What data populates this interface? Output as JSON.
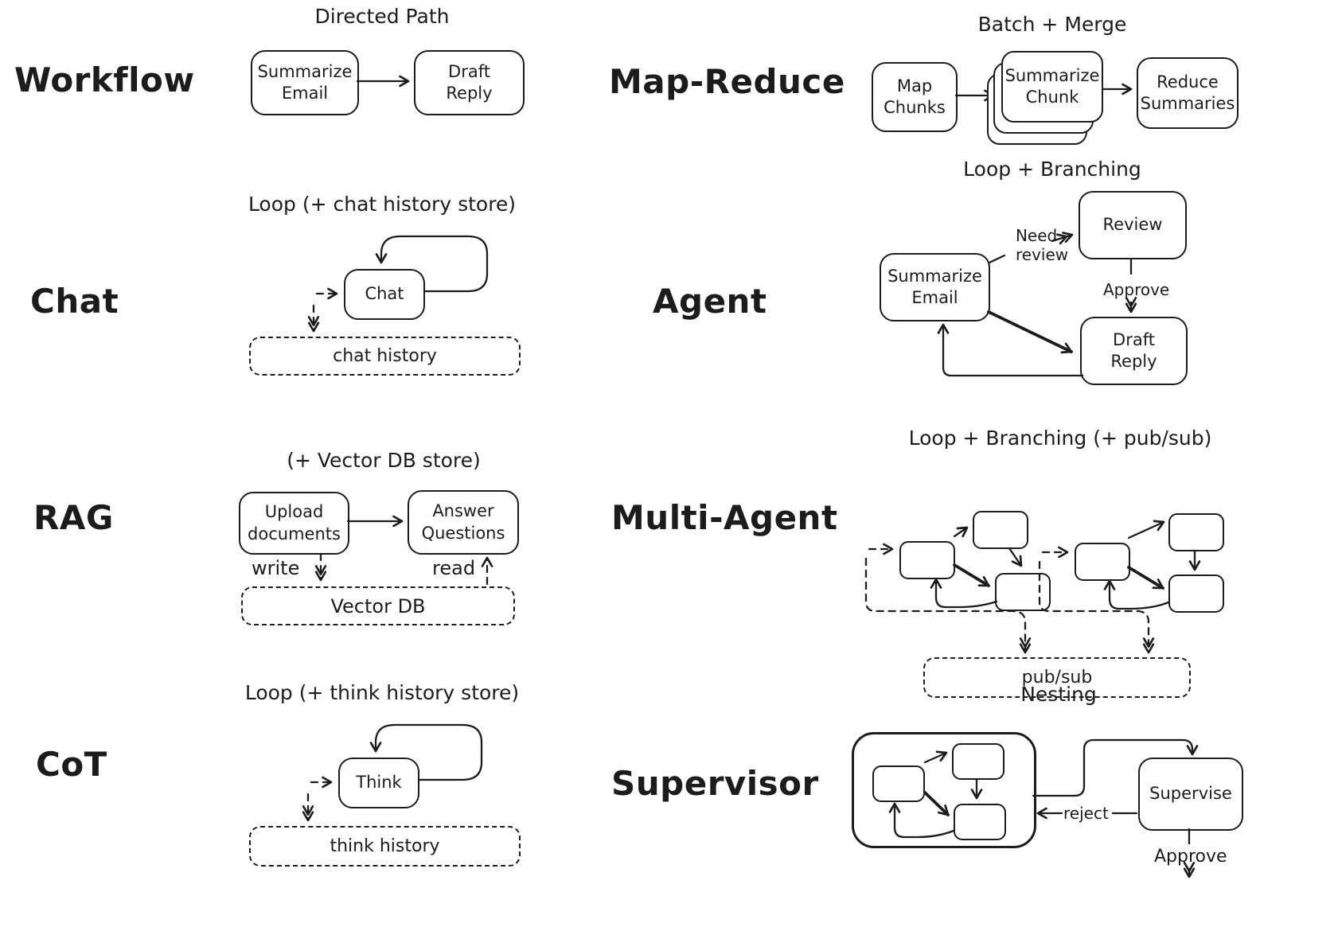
{
  "colors": {
    "ink": "#1c1c1c",
    "background": "#ffffff"
  },
  "panels": {
    "workflow": {
      "label": "Workflow",
      "title": "Directed Path",
      "nodes": {
        "summarize_email": [
          "Summarize",
          "Email"
        ],
        "draft_reply": [
          "Draft",
          "Reply"
        ]
      }
    },
    "map_reduce": {
      "label": "Map-Reduce",
      "title": "Batch + Merge",
      "nodes": {
        "map_chunks": [
          "Map",
          "Chunks"
        ],
        "summarize_chunk": [
          "Summarize",
          "Chunk"
        ],
        "reduce_summaries": [
          "Reduce",
          "Summaries"
        ]
      }
    },
    "chat": {
      "label": "Chat",
      "title": "Loop (+ chat history store)",
      "nodes": {
        "chat": "Chat"
      },
      "store": "chat history"
    },
    "agent": {
      "label": "Agent",
      "title": "Loop + Branching",
      "nodes": {
        "review": "Review",
        "summarize_email": [
          "Summarize",
          "Email"
        ],
        "draft_reply": [
          "Draft",
          "Reply"
        ]
      },
      "edge_labels": {
        "need": "Need",
        "review": "review",
        "approve": "Approve"
      }
    },
    "rag": {
      "label": "RAG",
      "title": "(+ Vector DB store)",
      "nodes": {
        "upload_documents": [
          "Upload",
          "documents"
        ],
        "answer_questions": [
          "Answer",
          "Questions"
        ]
      },
      "edge_labels": {
        "write": "write",
        "read": "read"
      },
      "store": "Vector DB"
    },
    "multi_agent": {
      "label": "Multi-Agent",
      "title": "Loop + Branching (+ pub/sub)",
      "store": "pub/sub"
    },
    "cot": {
      "label": "CoT",
      "title": "Loop (+ think history store)",
      "nodes": {
        "think": "Think"
      },
      "store": "think history"
    },
    "supervisor": {
      "label": "Supervisor",
      "title": "Nesting",
      "nodes": {
        "supervise": "Supervise"
      },
      "edge_labels": {
        "reject": "reject",
        "approve": "Approve"
      }
    }
  }
}
